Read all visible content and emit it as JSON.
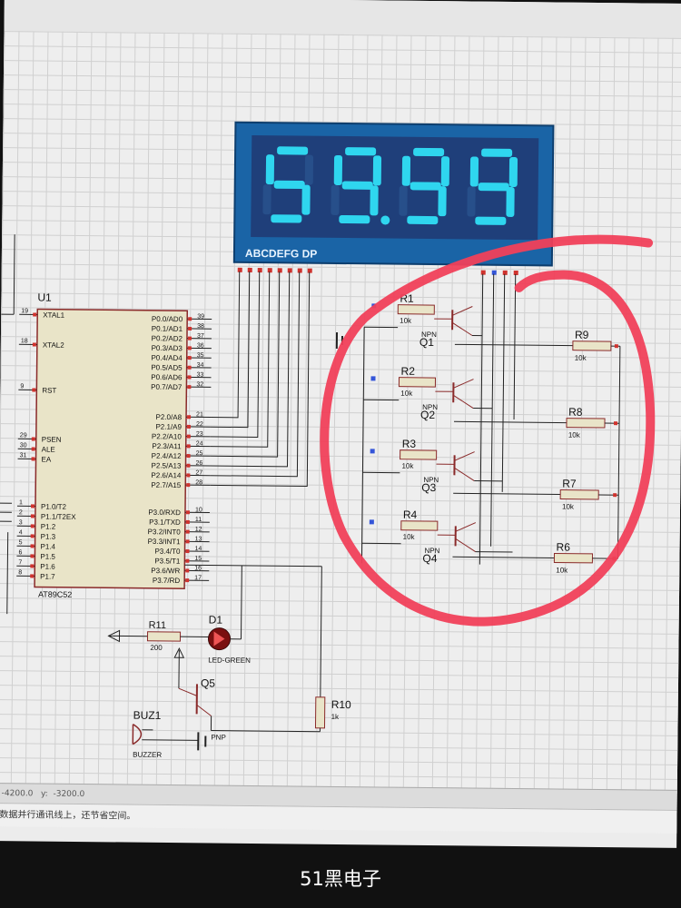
{
  "display": {
    "digits": [
      "5",
      "9",
      "9",
      "9"
    ],
    "dp_after_digit": 1,
    "segment_label": "ABCDEFG DP",
    "color": "#2fd6ef",
    "bg": "#1f6fb0"
  },
  "mcu": {
    "ref": "U1",
    "part": "AT89C52",
    "left_pins": [
      {
        "num": "19",
        "name": "XTAL1"
      },
      {
        "num": "18",
        "name": "XTAL2"
      },
      {
        "num": "9",
        "name": "RST"
      },
      {
        "num": "29",
        "name": "PSEN"
      },
      {
        "num": "30",
        "name": "ALE"
      },
      {
        "num": "31",
        "name": "EA"
      },
      {
        "num": "1",
        "name": "P1.0/T2"
      },
      {
        "num": "2",
        "name": "P1.1/T2EX"
      },
      {
        "num": "3",
        "name": "P1.2"
      },
      {
        "num": "4",
        "name": "P1.3"
      },
      {
        "num": "5",
        "name": "P1.4"
      },
      {
        "num": "6",
        "name": "P1.5"
      },
      {
        "num": "7",
        "name": "P1.6"
      },
      {
        "num": "8",
        "name": "P1.7"
      }
    ],
    "right_pins": [
      {
        "num": "39",
        "name": "P0.0/AD0"
      },
      {
        "num": "38",
        "name": "P0.1/AD1"
      },
      {
        "num": "37",
        "name": "P0.2/AD2"
      },
      {
        "num": "36",
        "name": "P0.3/AD3"
      },
      {
        "num": "35",
        "name": "P0.4/AD4"
      },
      {
        "num": "34",
        "name": "P0.5/AD5"
      },
      {
        "num": "33",
        "name": "P0.6/AD6"
      },
      {
        "num": "32",
        "name": "P0.7/AD7"
      },
      {
        "num": "21",
        "name": "P2.0/A8"
      },
      {
        "num": "22",
        "name": "P2.1/A9"
      },
      {
        "num": "23",
        "name": "P2.2/A10"
      },
      {
        "num": "24",
        "name": "P2.3/A11"
      },
      {
        "num": "25",
        "name": "P2.4/A12"
      },
      {
        "num": "26",
        "name": "P2.5/A13"
      },
      {
        "num": "27",
        "name": "P2.6/A14"
      },
      {
        "num": "28",
        "name": "P2.7/A15"
      },
      {
        "num": "10",
        "name": "P3.0/RXD"
      },
      {
        "num": "11",
        "name": "P3.1/TXD"
      },
      {
        "num": "12",
        "name": "P3.2/INT0"
      },
      {
        "num": "13",
        "name": "P3.3/INT1"
      },
      {
        "num": "14",
        "name": "P3.4/T0"
      },
      {
        "num": "15",
        "name": "P3.5/T1"
      },
      {
        "num": "16",
        "name": "P3.6/WR"
      },
      {
        "num": "17",
        "name": "P3.7/RD"
      }
    ]
  },
  "transistors": [
    {
      "ref": "Q1",
      "type": "NPN",
      "base_r": "R1",
      "base_val": "10k",
      "load_r": "R9",
      "load_val": "10k"
    },
    {
      "ref": "Q2",
      "type": "NPN",
      "base_r": "R2",
      "base_val": "10k",
      "load_r": "R8",
      "load_val": "10k"
    },
    {
      "ref": "Q3",
      "type": "NPN",
      "base_r": "R3",
      "base_val": "10k",
      "load_r": "R7",
      "load_val": "10k"
    },
    {
      "ref": "Q4",
      "type": "NPN",
      "base_r": "R4",
      "base_val": "10k",
      "load_r": "R6",
      "load_val": "10k"
    }
  ],
  "bottom": {
    "r11": "R11",
    "r11_val": "200",
    "d1": "D1",
    "d1_val": "LED-GREEN",
    "q5": "Q5",
    "q5_type": "PNP",
    "buz": "BUZ1",
    "buz_val": "BUZZER",
    "r10": "R10",
    "r10_val": "1k"
  },
  "status": {
    "x": "-4200.0",
    "y_label": "y:",
    "y": "-3200.0"
  },
  "message": "数据并行通讯线上，还节省空间。",
  "caption": "51黑电子",
  "highlight_color": "#f0405a"
}
